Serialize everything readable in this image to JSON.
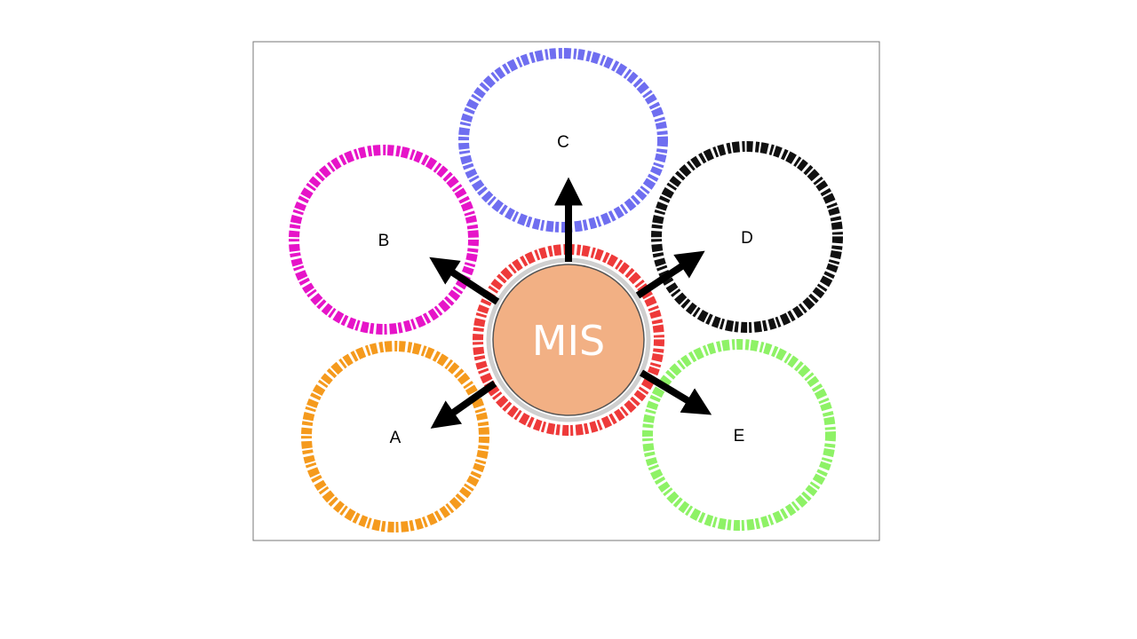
{
  "diagram": {
    "center": {
      "label": "MIS",
      "fill_color": "#f2b084",
      "ring_color": "#ee3a3a",
      "label_color": "#ffffff"
    },
    "nodes": [
      {
        "id": "a",
        "label": "A",
        "color": "#f59a1d"
      },
      {
        "id": "b",
        "label": "B",
        "color": "#e614c8"
      },
      {
        "id": "c",
        "label": "C",
        "color": "#6f6ef0"
      },
      {
        "id": "d",
        "label": "D",
        "color": "#111111"
      },
      {
        "id": "e",
        "label": "E",
        "color": "#8ef266"
      }
    ],
    "arrow_color": "#000000",
    "frame_color": "#777777"
  }
}
